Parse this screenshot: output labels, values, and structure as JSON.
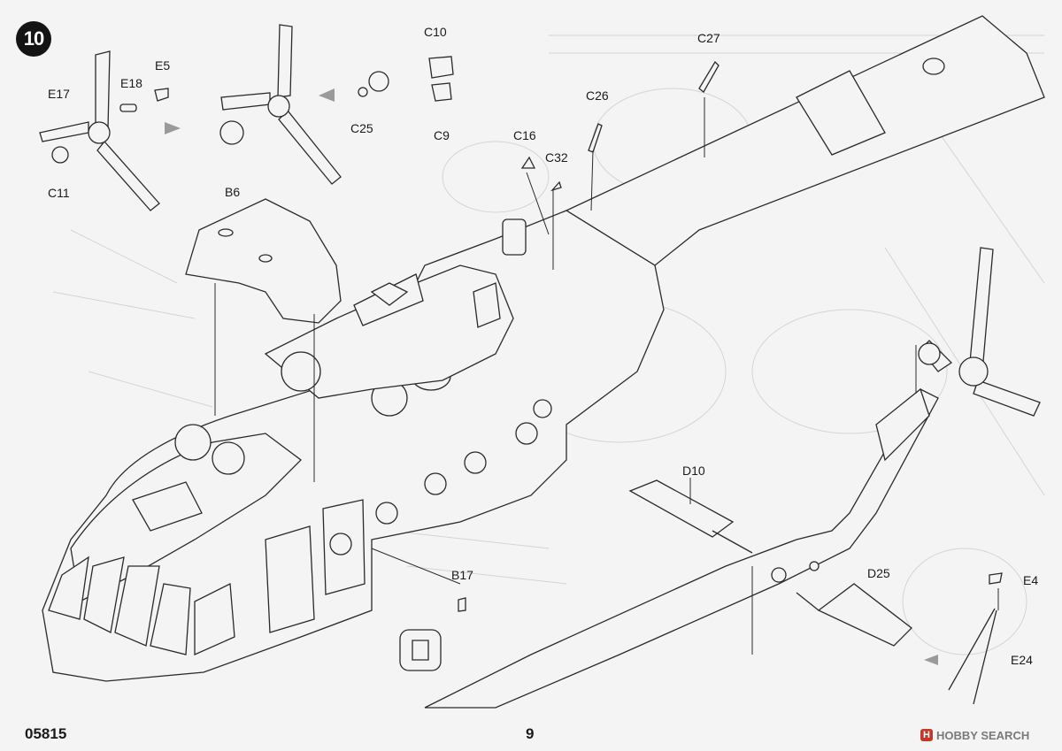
{
  "step": {
    "number": "10"
  },
  "part_labels": [
    {
      "id": "C10",
      "text": "C10"
    },
    {
      "id": "E5",
      "text": "E5"
    },
    {
      "id": "E18",
      "text": "E18"
    },
    {
      "id": "E17",
      "text": "E17"
    },
    {
      "id": "C11",
      "text": "C11"
    },
    {
      "id": "C25",
      "text": "C25"
    },
    {
      "id": "C9",
      "text": "C9"
    },
    {
      "id": "C27",
      "text": "C27"
    },
    {
      "id": "C26",
      "text": "C26"
    },
    {
      "id": "C16",
      "text": "C16"
    },
    {
      "id": "C32",
      "text": "C32"
    },
    {
      "id": "B6",
      "text": "B6"
    },
    {
      "id": "D10",
      "text": "D10"
    },
    {
      "id": "B17",
      "text": "B17"
    },
    {
      "id": "D25",
      "text": "D25"
    },
    {
      "id": "E4",
      "text": "E4"
    },
    {
      "id": "E24",
      "text": "E24"
    }
  ],
  "footer": {
    "kit_code": "05815",
    "page_number": "9"
  },
  "watermark": {
    "logo": "H",
    "text": "HOBBY SEARCH"
  },
  "colors": {
    "paper": "#f4f4f4",
    "line": "#2a2a2a",
    "ghost": "#cfcfcf"
  }
}
